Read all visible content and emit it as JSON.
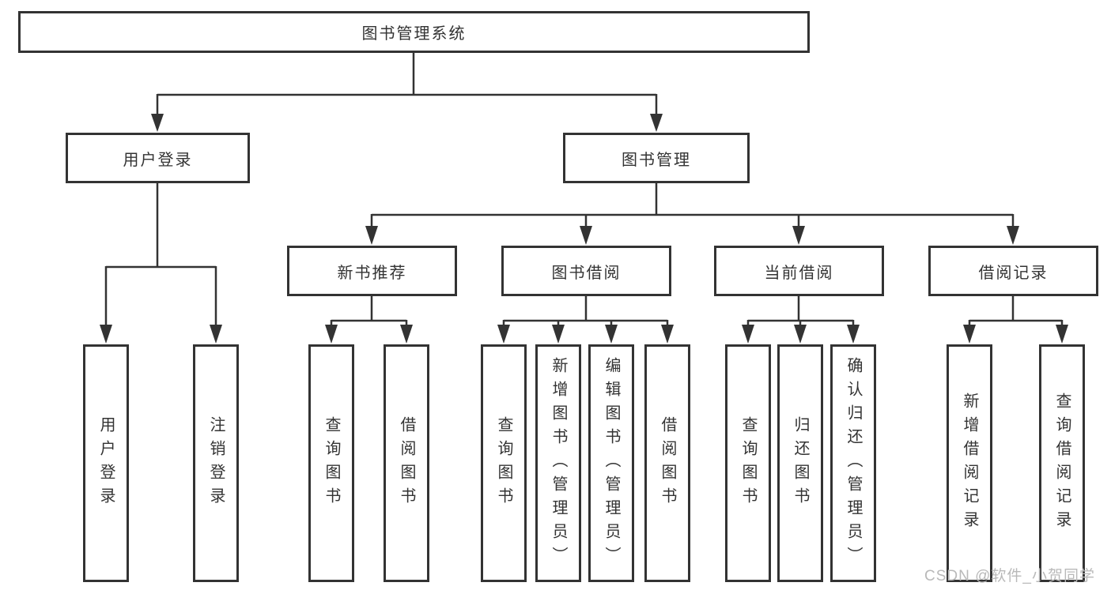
{
  "diagram_title": "图书管理系统",
  "tree": {
    "label": "图书管理系统",
    "children": [
      {
        "label": "用户登录",
        "children": [
          {
            "label": "用户登录"
          },
          {
            "label": "注销登录"
          }
        ]
      },
      {
        "label": "图书管理",
        "children": [
          {
            "label": "新书推荐",
            "children": [
              {
                "label": "查询图书"
              },
              {
                "label": "借阅图书"
              }
            ]
          },
          {
            "label": "图书借阅",
            "children": [
              {
                "label": "查询图书"
              },
              {
                "label": "新增图书（管理员）"
              },
              {
                "label": "编辑图书（管理员）"
              },
              {
                "label": "借阅图书"
              }
            ]
          },
          {
            "label": "当前借阅",
            "children": [
              {
                "label": "查询图书"
              },
              {
                "label": "归还图书"
              },
              {
                "label": "确认归还（管理员）"
              }
            ]
          },
          {
            "label": "借阅记录",
            "children": [
              {
                "label": "新增借阅记录"
              },
              {
                "label": "查询借阅记录"
              }
            ]
          }
        ]
      }
    ]
  },
  "watermark": "CSDN @软件_小贺同学",
  "colors": {
    "line": "#333333",
    "box_border": "#333333",
    "text": "#333333",
    "watermark": "#b9b9b9",
    "background": "#ffffff"
  }
}
